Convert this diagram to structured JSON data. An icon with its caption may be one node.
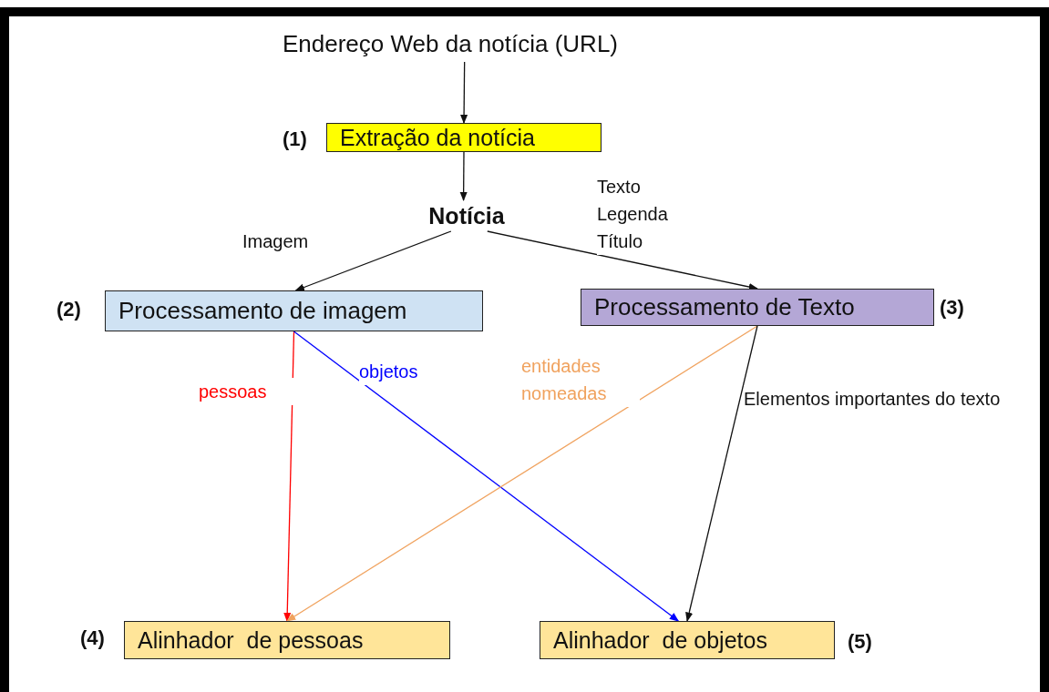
{
  "diagram": {
    "nodes": [
      {
        "text": [
          "Endereço Web da notícia (URL)"
        ]
      },
      {
        "text": [
          "Extração da notícia"
        ],
        "beside": [
          "(1)"
        ]
      },
      {
        "text": [
          "Notícia"
        ]
      },
      {
        "text": [
          "Processamento de imagem"
        ],
        "beside": [
          "(2)"
        ]
      },
      {
        "text": [
          "Processamento de Texto"
        ],
        "beside": [
          "(3)"
        ]
      },
      {
        "text": [
          "Alinhador  de pessoas"
        ],
        "beside": [
          "(4)"
        ]
      },
      {
        "text": [
          "Alinhador  de objetos"
        ],
        "beside": [
          "(5)"
        ]
      }
    ],
    "edges": [
      {
        "from": 0,
        "to": 1,
        "arrow": "to"
      },
      {
        "from": 1,
        "to": 2,
        "arrow": "to"
      },
      {
        "from": 2,
        "to": 3,
        "arrow": "to",
        "label": "Imagem"
      },
      {
        "from": 2,
        "to": 4,
        "arrow": "to",
        "label": "Texto Legenda Título"
      },
      {
        "from": 3,
        "to": 5,
        "arrow": "to",
        "label": "pessoas",
        "color": "#ff0000"
      },
      {
        "from": 3,
        "to": 6,
        "arrow": "to",
        "label": "objetos",
        "color": "#0000ff"
      },
      {
        "from": 4,
        "to": 5,
        "arrow": "to",
        "label": "entidades nomeadas",
        "color": "#f0a25e"
      },
      {
        "from": 4,
        "to": 6,
        "arrow": "to",
        "label": "Elementos importantes do texto"
      }
    ]
  }
}
